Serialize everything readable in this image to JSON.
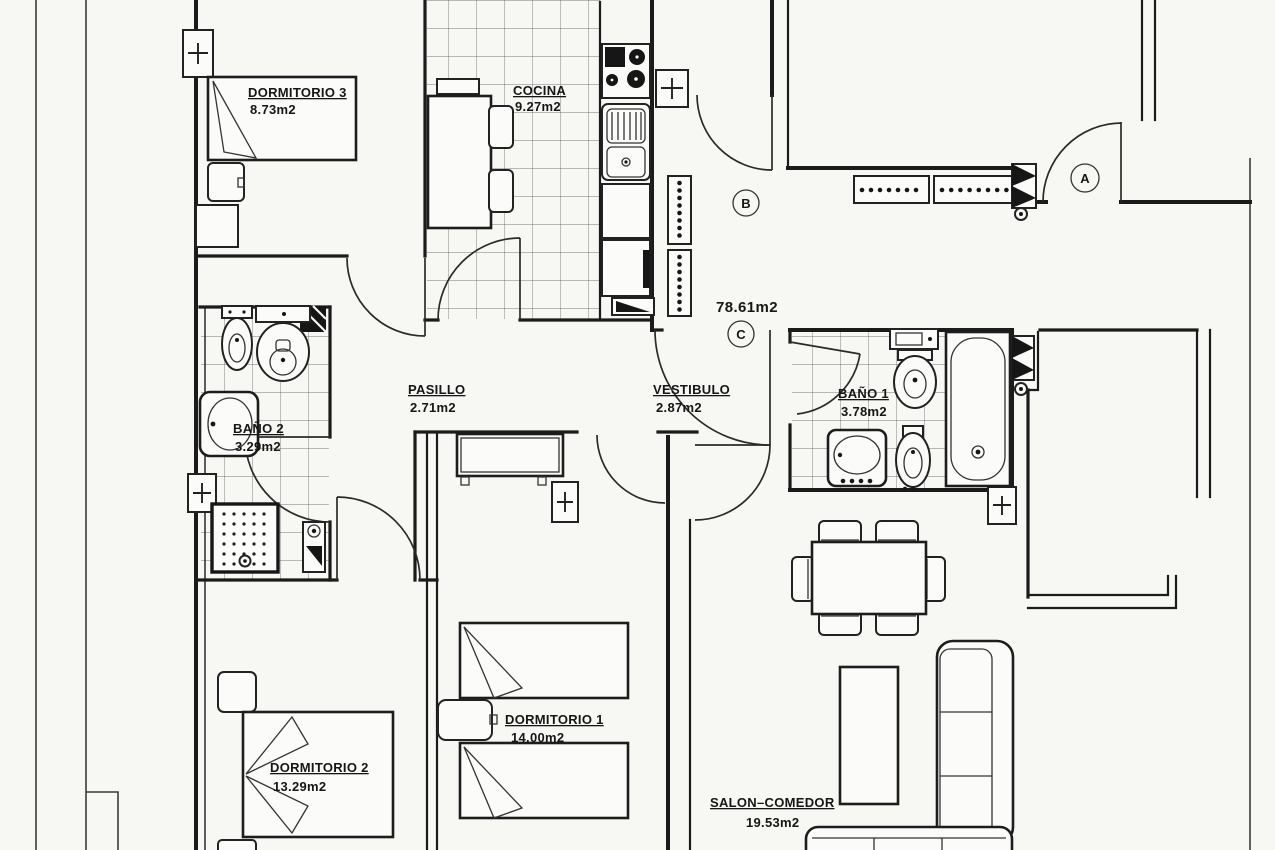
{
  "document": {
    "type": "apartment floor plan (scanned architectural drawing)",
    "background_color": "#f7f7f4",
    "line_color": "#1b1b1b"
  },
  "total_area": "78.61m2",
  "reference_markers": [
    {
      "label": "A"
    },
    {
      "label": "B"
    },
    {
      "label": "C"
    }
  ],
  "rooms": [
    {
      "id": "dormitorio3",
      "name": "DORMITORIO 3",
      "area": "8.73m2"
    },
    {
      "id": "cocina",
      "name": "COCINA",
      "area": "9.27m2"
    },
    {
      "id": "pasillo",
      "name": "PASILLO",
      "area": "2.71m2"
    },
    {
      "id": "vestibulo",
      "name": "VESTIBULO",
      "area": "2.87m2"
    },
    {
      "id": "bano2",
      "name": "BAÑO 2",
      "area": "3.29m2"
    },
    {
      "id": "bano1",
      "name": "BAÑO 1",
      "area": "3.78m2"
    },
    {
      "id": "dormitorio1",
      "name": "DORMITORIO 1",
      "area": "14.00m2"
    },
    {
      "id": "dormitorio2",
      "name": "DORMITORIO 2",
      "area": "13.29m2"
    },
    {
      "id": "salon",
      "name": "SALON–COMEDOR",
      "area": "19.53m2"
    }
  ]
}
